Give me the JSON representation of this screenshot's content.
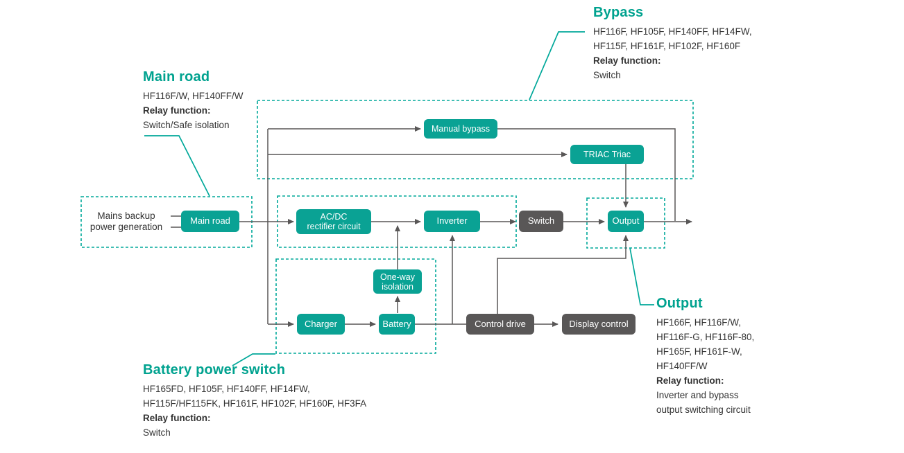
{
  "colors": {
    "teal_node": "#0aa294",
    "teal_dash_line": "#00a89a",
    "teal_title": "#00a28f",
    "gray_node": "#595757",
    "wire": "#595757",
    "body_text": "#333333"
  },
  "nodes": {
    "source_label": "Mains backup\npower generation",
    "main_road": "Main road",
    "manual_bypass": "Manual bypass",
    "triac": "TRIAC Triac",
    "acdc_rectifier": "AC/DC\nrectifier circuit",
    "inverter": "Inverter",
    "switch": "Switch",
    "output": "Output",
    "one_way_isolation": "One-way\nisolation",
    "charger": "Charger",
    "battery": "Battery",
    "control_drive": "Control drive",
    "display_control": "Display control"
  },
  "annotations": {
    "main_road": {
      "title": "Main road",
      "models": [
        "HF116F/W、HF140FF/W"
      ],
      "relay_function_label": "Relay function:",
      "relay_function": "Switch/Safe isolation"
    },
    "bypass": {
      "title": "Bypass",
      "models": [
        "HF116F、HF105F、HF140FF、HF14FW、",
        "HF115F、HF161F、HF102F、HF160F"
      ],
      "relay_function_label": "Relay function:",
      "relay_function": "Switch"
    },
    "battery_power_switch": {
      "title": "Battery power switch",
      "models": [
        "HF165FD、HF105F、HF140FF、HF14FW、",
        "HF115F/HF115FK、HF161F、HF102F、HF160F、HF3FA"
      ],
      "relay_function_label": "Relay function:",
      "relay_function": "Switch"
    },
    "output": {
      "title": "Output",
      "models": [
        "HF166F、HF116F/W、",
        "HF116F-G、HF116F-80、",
        "HF165F、HF161F-W、",
        "HF140FF/W"
      ],
      "relay_function_label": "Relay function:",
      "relay_function": "Inverter and bypass\noutput switching circuit"
    }
  }
}
